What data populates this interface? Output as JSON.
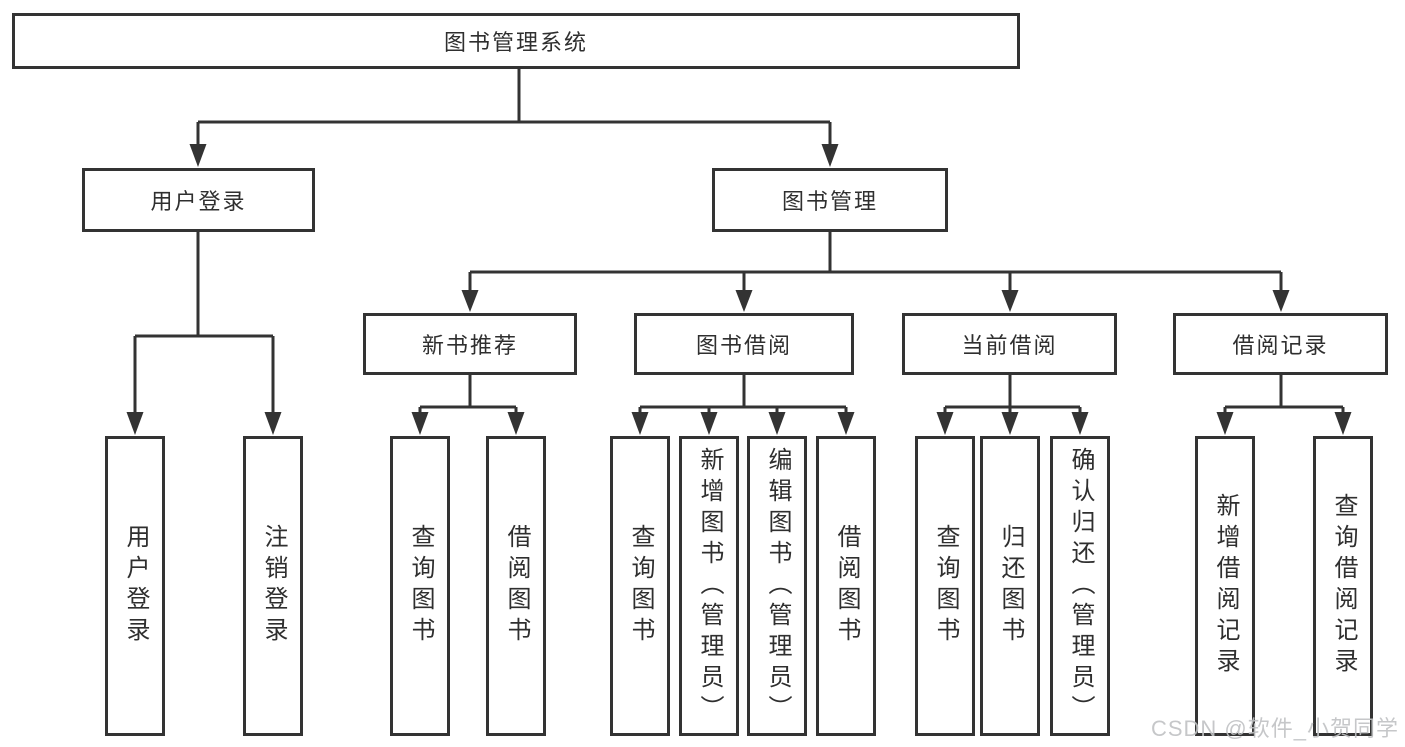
{
  "root": {
    "label": "图书管理系统"
  },
  "level2": {
    "user_login": {
      "label": "用户登录"
    },
    "book_mgmt": {
      "label": "图书管理"
    }
  },
  "level3": {
    "new_books": {
      "label": "新书推荐"
    },
    "borrow": {
      "label": "图书借阅"
    },
    "current": {
      "label": "当前借阅"
    },
    "records": {
      "label": "借阅记录"
    }
  },
  "leaves": {
    "user_login": [
      "用户登录",
      "注销登录"
    ],
    "new_books": [
      "查询图书",
      "借阅图书"
    ],
    "borrow": [
      "查询图书",
      "新增图书（管理员）",
      "编辑图书（管理员）",
      "借阅图书"
    ],
    "current": [
      "查询图书",
      "归还图书",
      "确认归还（管理员）"
    ],
    "records": [
      "新增借阅记录",
      "查询借阅记录"
    ]
  },
  "watermark": {
    "label": "CSDN @软件_小贺同学"
  },
  "colors": {
    "line": "#333333",
    "box_border": "#333333",
    "text": "#2f2f2f",
    "background": "#ffffff",
    "watermark": "#c0c2c4"
  }
}
